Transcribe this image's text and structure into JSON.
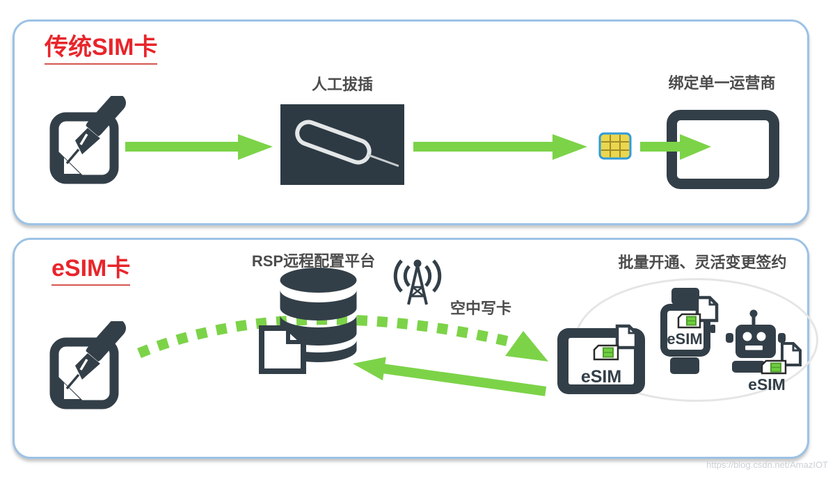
{
  "traditional": {
    "title": "传统SIM卡",
    "manual_label": "人工拔插",
    "bind_label": "绑定单一运营商"
  },
  "esim": {
    "title": "eSIM卡",
    "rsp_label": "RSP远程配置平台",
    "ota_label": "空中写卡",
    "benefit_label": "批量开通、灵活变更签约",
    "devices": [
      {
        "type": "tablet",
        "label": "eSIM"
      },
      {
        "type": "smartwatch",
        "label": "eSIM"
      },
      {
        "type": "robot",
        "label": "eSIM"
      }
    ]
  },
  "watermark": {
    "text": "https://blog.csdn.net/AmazIOT"
  },
  "colors": {
    "accent_green": "#7cd348",
    "title_red": "#e8252b",
    "dark_slate": "#333f48",
    "pin_box_bg": "#2d3a43",
    "panel_border": "#9cc2e5",
    "sim_yellow": "#ead74e",
    "sim_blue_border": "#2f9bd8",
    "esim_chip_green": "#6fce3e",
    "label_gray": "#4c4c4c"
  },
  "icons": [
    "contract-signing-icon",
    "sim-ejector-pin-icon",
    "sim-card-chip-icon",
    "tablet-device-icon",
    "database-icon",
    "profile-document-icon",
    "antenna-tower-icon",
    "esim-tablet-icon",
    "esim-watch-icon",
    "esim-robot-icon"
  ]
}
